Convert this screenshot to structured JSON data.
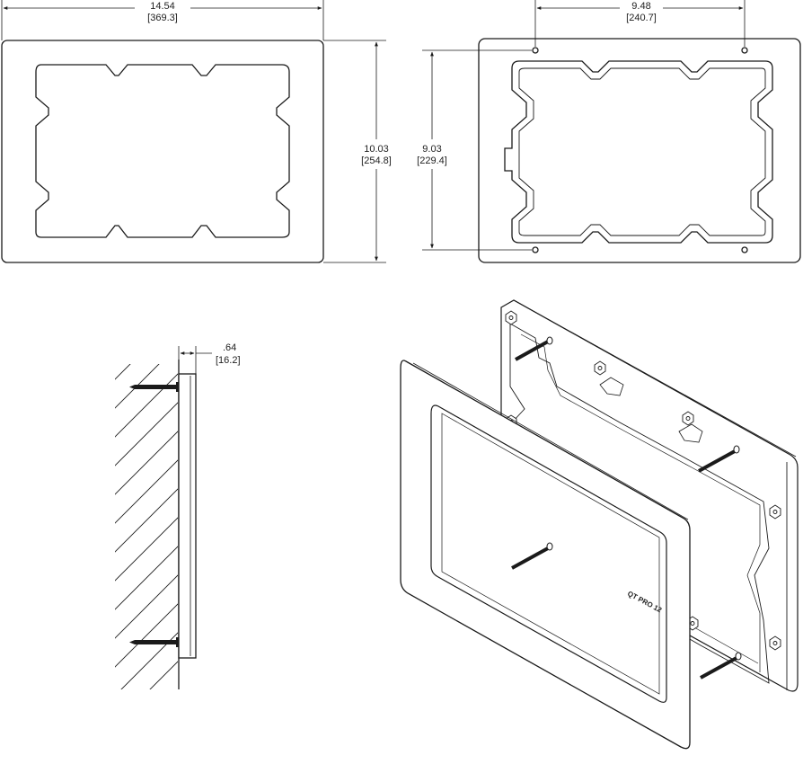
{
  "front_view": {
    "width_in": "14.54",
    "width_mm": "[369.3]",
    "height_in": "10.03",
    "height_mm": "[254.8]"
  },
  "back_view": {
    "hole_span_in": "9.48",
    "hole_span_mm": "[240.7]",
    "hole_height_in": "9.03",
    "hole_height_mm": "[229.4]"
  },
  "side_view": {
    "depth_in": ".64",
    "depth_mm": "[16.2]"
  },
  "exploded_view": {
    "part_marking": "QT PRO 12"
  },
  "colors": {
    "line": "#1a1a1a",
    "background": "#ffffff"
  }
}
